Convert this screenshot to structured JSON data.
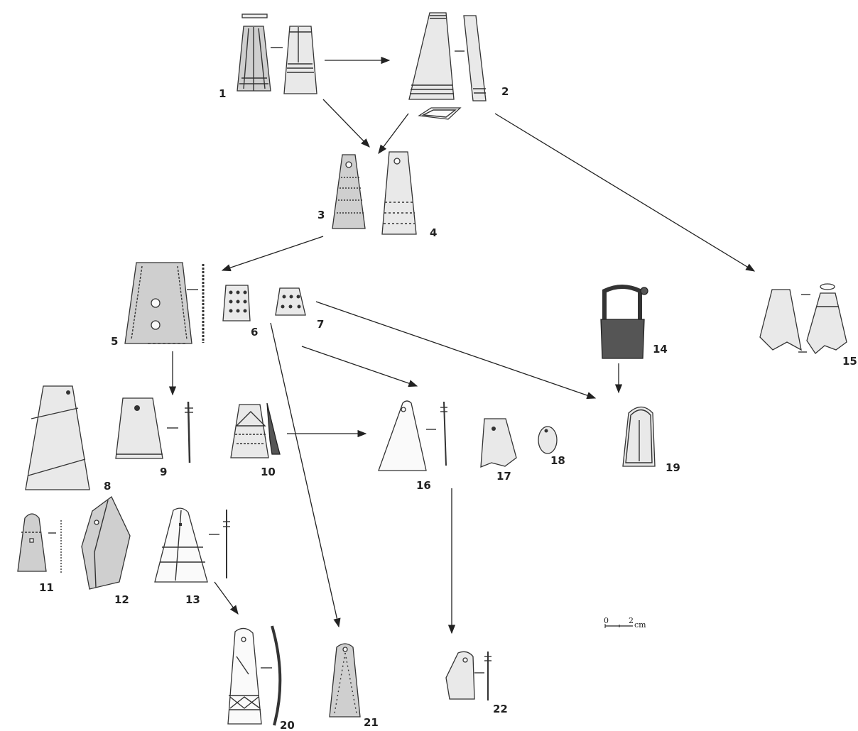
{
  "labels": {
    "n1": "1",
    "n2": "2",
    "n3": "3",
    "n4": "4",
    "n5": "5",
    "n6": "6",
    "n7": "7",
    "n8": "8",
    "n9": "9",
    "n10": "10",
    "n11": "11",
    "n12": "12",
    "n13": "13",
    "n14": "14",
    "n15": "15",
    "n16": "16",
    "n17": "17",
    "n18": "18",
    "n19": "19",
    "n20": "20",
    "n21": "21",
    "n22": "22"
  },
  "scale_bar": {
    "start": "0",
    "end": "2",
    "unit": "cm"
  }
}
